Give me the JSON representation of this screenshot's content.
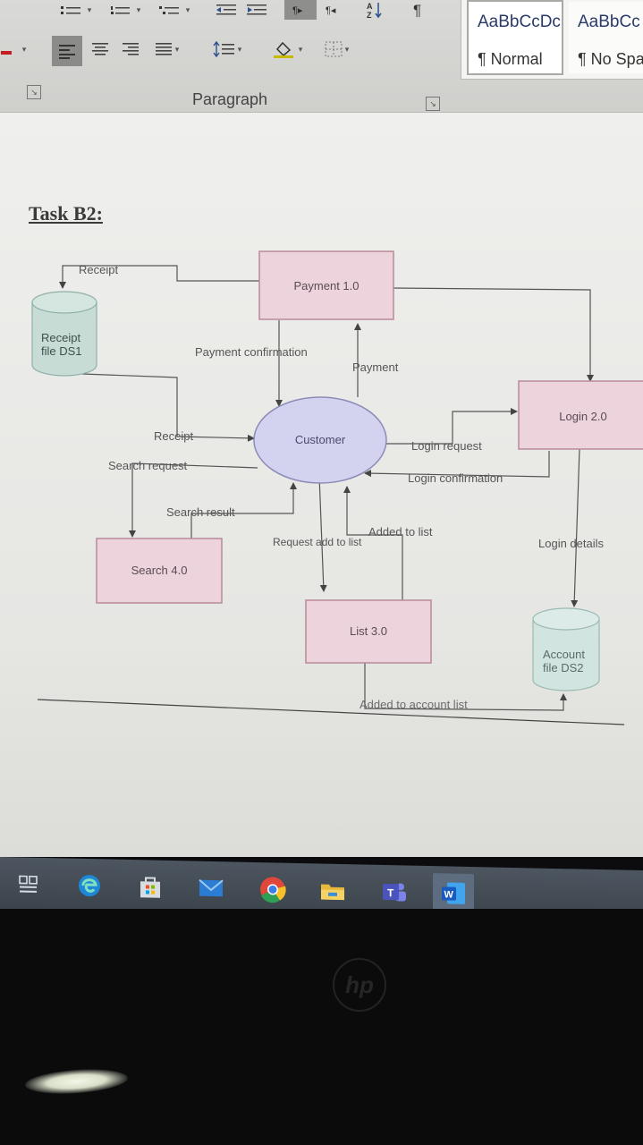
{
  "ribbon": {
    "group_label": "Paragraph",
    "styles": [
      {
        "preview": "AaBbCcDc",
        "name": "¶ Normal"
      },
      {
        "preview": "AaBbCc",
        "name": "¶ No Spac"
      }
    ]
  },
  "document": {
    "heading": "Task B2:",
    "processes": {
      "payment": "Payment 1.0",
      "login": "Login 2.0",
      "list": "List 3.0",
      "search": "Search 4.0"
    },
    "entity": "Customer",
    "stores": {
      "receipt_line1": "Receipt",
      "receipt_line2": "file DS1",
      "account_line1": "Account",
      "account_line2": "file DS2"
    },
    "flows": {
      "receipt_top": "Receipt",
      "payment_confirmation": "Payment confirmation",
      "payment": "Payment",
      "receipt_mid": "Receipt",
      "search_request": "Search request",
      "search_result": "Search result",
      "login_request": "Login request",
      "login_confirmation": "Login confirmation",
      "added_to_list": "Added to list",
      "request_add_to_list": "Request add to list",
      "login_details": "Login details",
      "added_to_account_list": "Added to account list"
    }
  },
  "taskbar": {
    "items": [
      "task-view-icon",
      "edge-icon",
      "store-icon",
      "mail-icon",
      "chrome-icon",
      "file-explorer-icon",
      "teams-icon",
      "word-icon"
    ]
  },
  "colors": {
    "process_fill": "#ecd3dc",
    "process_stroke": "#b98a9a",
    "entity_fill": "#d4d3ef",
    "store_fill": "#c8dcd6",
    "taskbar": "#444c55"
  }
}
